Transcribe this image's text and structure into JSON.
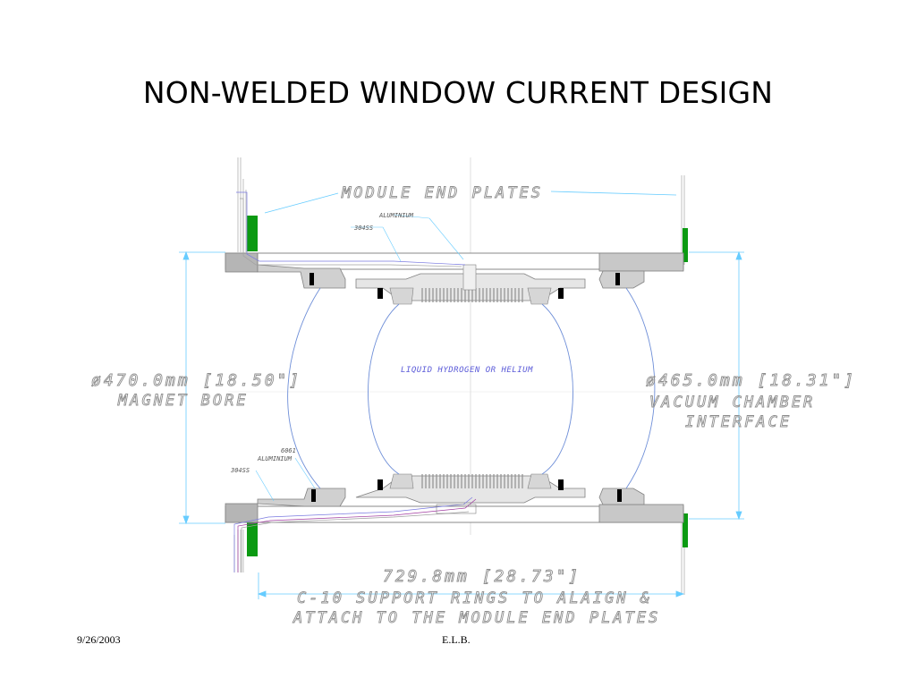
{
  "title": "NON-WELDED WINDOW CURRENT DESIGN",
  "footer": {
    "date": "9/26/2003",
    "author": "E.L.B."
  },
  "drawing": {
    "module_end_plates": "MODULE END PLATES",
    "aluminium_top": "ALUMINIUM",
    "ss_top": "304SS",
    "left_dim_1": "ø470.0mm [18.50\"]",
    "left_dim_2": "MAGNET BORE",
    "liquid": "LIQUID HYDROGEN OR HELIUM",
    "right_dim_1": "ø465.0mm [18.31\"]",
    "right_dim_2": "VACUUM CHAMBER",
    "right_dim_3": "INTERFACE",
    "al_6061_a": "6061",
    "al_6061_b": "ALUMINIUM",
    "ss_bottom": "304SS",
    "bottom_dim_1": "729.8mm [28.73\"]",
    "bottom_dim_2": "C-10 SUPPORT RINGS TO ALAIGN &",
    "bottom_dim_3": "ATTACH TO THE MODULE END PLATES"
  },
  "colors": {
    "green_plate": "#0b9a12",
    "cyan_dim": "#66ccff",
    "gray_part": "#a8a8a8",
    "blue_window": "#6f8fd8"
  }
}
